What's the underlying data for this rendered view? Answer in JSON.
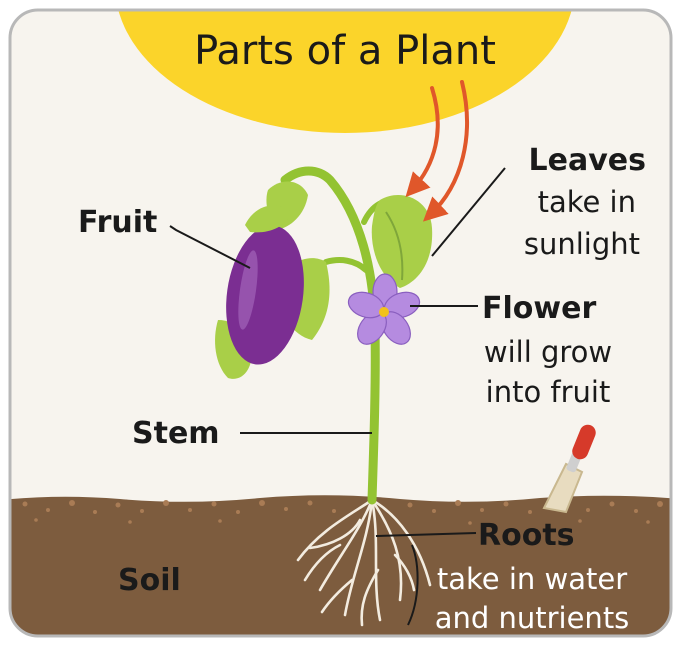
{
  "title": "Parts of a Plant",
  "labels": {
    "leaves_title": "Leaves",
    "leaves_desc_1": "take in",
    "leaves_desc_2": "sunlight",
    "fruit_title": "Fruit",
    "flower_title": "Flower",
    "flower_desc_1": "will grow",
    "flower_desc_2": "into fruit",
    "stem_title": "Stem",
    "roots_title": "Roots",
    "roots_desc_1": "take in water",
    "roots_desc_2": "and nutrients",
    "soil_title": "Soil"
  },
  "colors": {
    "sun": "#fbd42a",
    "sky": "#f7f4ee",
    "soil": "#7d5c3e",
    "soil_dots": "#a97c55",
    "stem": "#93c332",
    "leaf": "#a9cf48",
    "fruit": "#7b2e92",
    "flower": "#b58be0",
    "arrow": "#e0572a",
    "frame": "#b8b8b8",
    "text": "#1a1a1a",
    "trowel_handle": "#d63a2a"
  }
}
